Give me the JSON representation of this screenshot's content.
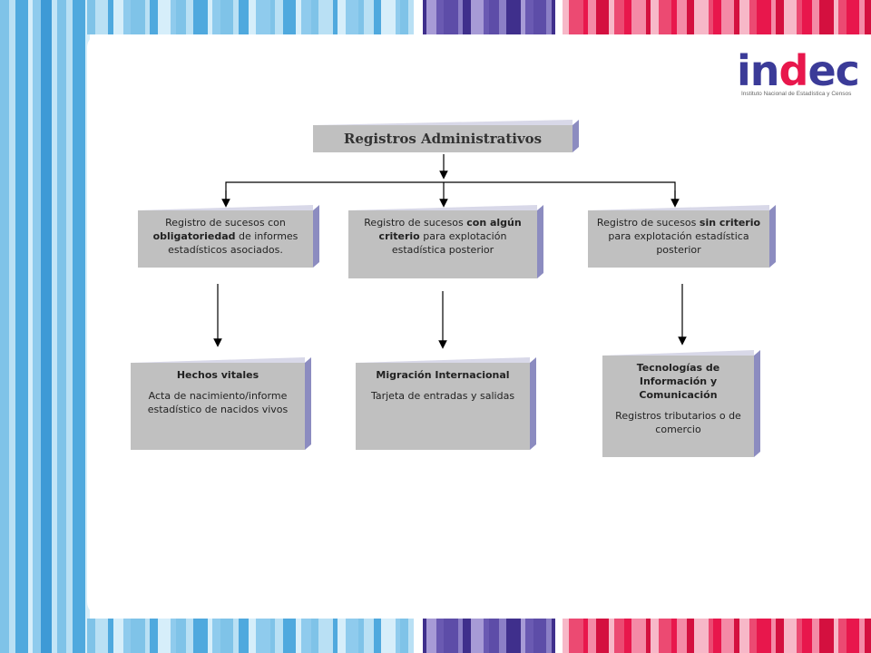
{
  "logo": {
    "wordmark_pre": "in",
    "wordmark_d": "d",
    "wordmark_post": "ec",
    "subtitle": "Instituto Nacional de Estadística y Censos"
  },
  "root": {
    "label": "Registros Administrativos"
  },
  "level1": [
    {
      "pre": "Registro de sucesos con ",
      "bold": "obligatoriedad",
      "post": " de informes estadísticos asociados."
    },
    {
      "pre": "Registro de sucesos ",
      "bold": "con algún criterio",
      "post": " para explotación estadística posterior"
    },
    {
      "pre": "Registro de sucesos ",
      "bold": "sin criterio",
      "post": " para explotación estadística posterior"
    }
  ],
  "level2": [
    {
      "title": "Hechos vitales",
      "detail": "Acta de nacimiento/informe estadístico de nacidos vivos"
    },
    {
      "title": "Migración Internacional",
      "detail": "Tarjeta de entradas y salidas"
    },
    {
      "title": "Tecnologías de Información y Comunicación",
      "detail": "Registros tributarios o de comercio"
    }
  ],
  "colors": {
    "box_fill": "#c0c0c0",
    "box_side": "#8c8cc0",
    "logo_blue": "#3b3b98",
    "logo_red": "#e8174c"
  }
}
